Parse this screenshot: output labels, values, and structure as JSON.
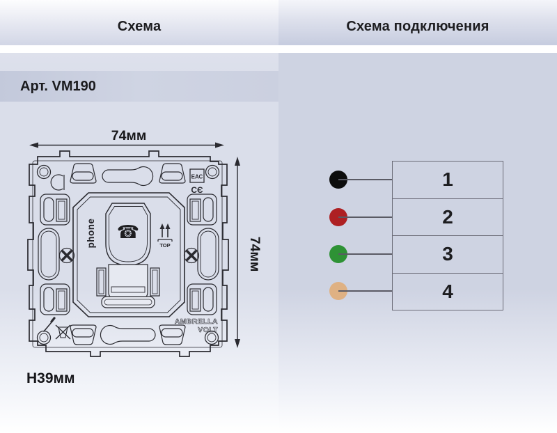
{
  "tabs": {
    "schema": "Схема",
    "connection": "Схема подключения"
  },
  "article": {
    "label": "Арт. VM190"
  },
  "drawing": {
    "width_dim": "74мм",
    "height_dim": "74мм",
    "depth_dim": "H39мм",
    "phone_text": "phone",
    "top_text": "TOP",
    "phone_glyph": "☎",
    "eac_text": "ЕАС",
    "ce_text": "CЄ",
    "brand_line1": "AMBRELLA",
    "brand_line2": "VOLT"
  },
  "connection_table": {
    "rows": [
      {
        "num": "1",
        "wire_color": "#0d0d0d"
      },
      {
        "num": "2",
        "wire_color": "#ae2023"
      },
      {
        "num": "3",
        "wire_color": "#2e9235"
      },
      {
        "num": "4",
        "wire_color": "#dfb183"
      }
    ]
  },
  "colors": {
    "line_art": "#2a2a30",
    "table_border": "#6a6a76",
    "connector_line": "#5a5a64"
  }
}
